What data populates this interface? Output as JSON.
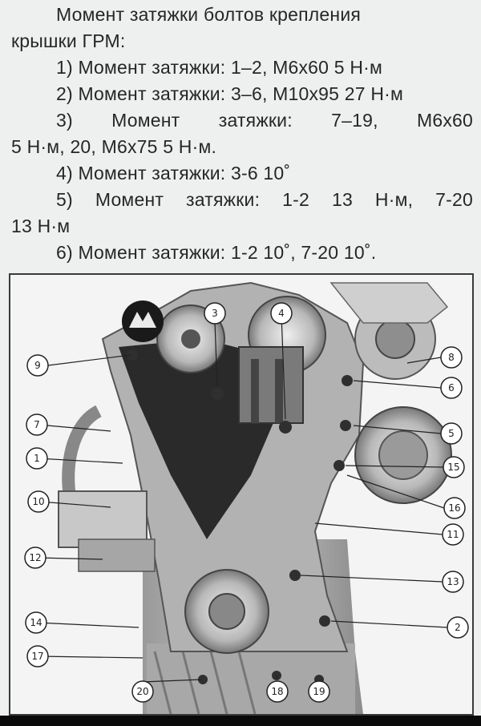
{
  "document": {
    "title_line1": "Момент затяжки болтов крепления",
    "title_line2": "крышки ГРМ:",
    "items": [
      {
        "lines": [
          "1) Момент затяжки: 1–2, М6х60 5 Н·м"
        ]
      },
      {
        "lines": [
          "2) Момент затяжки: 3–6, М10х95 27 Н·м"
        ]
      },
      {
        "lines": [
          "3) Момент затяжки: 7–19, М6х60",
          "5 Н·м, 20, М6х75 5 Н·м."
        ]
      },
      {
        "lines": [
          "4) Момент затяжки: 3-6 10˚"
        ]
      },
      {
        "lines": [
          "5) Момент затяжки: 1-2 13 Н·м, 7-20",
          "13 Н·м"
        ]
      },
      {
        "lines": [
          "6) Момент затяжки: 1-2 10˚, 7-20 10˚."
        ]
      }
    ]
  },
  "figure": {
    "callouts_left": [
      "9",
      "7",
      "1",
      "10",
      "12",
      "14",
      "17"
    ],
    "callouts_right": [
      "8",
      "6",
      "5",
      "15",
      "16",
      "11",
      "13",
      "2"
    ],
    "callouts_top": [
      "3",
      "4"
    ],
    "callouts_bottom": [
      "20",
      "18",
      "19"
    ]
  },
  "colors": {
    "text": "#262626",
    "page_bg": "#eef0f0",
    "engine_dark": "#2a2a2a",
    "engine_mid": "#8a8a8a",
    "engine_light": "#c8c8c8"
  }
}
